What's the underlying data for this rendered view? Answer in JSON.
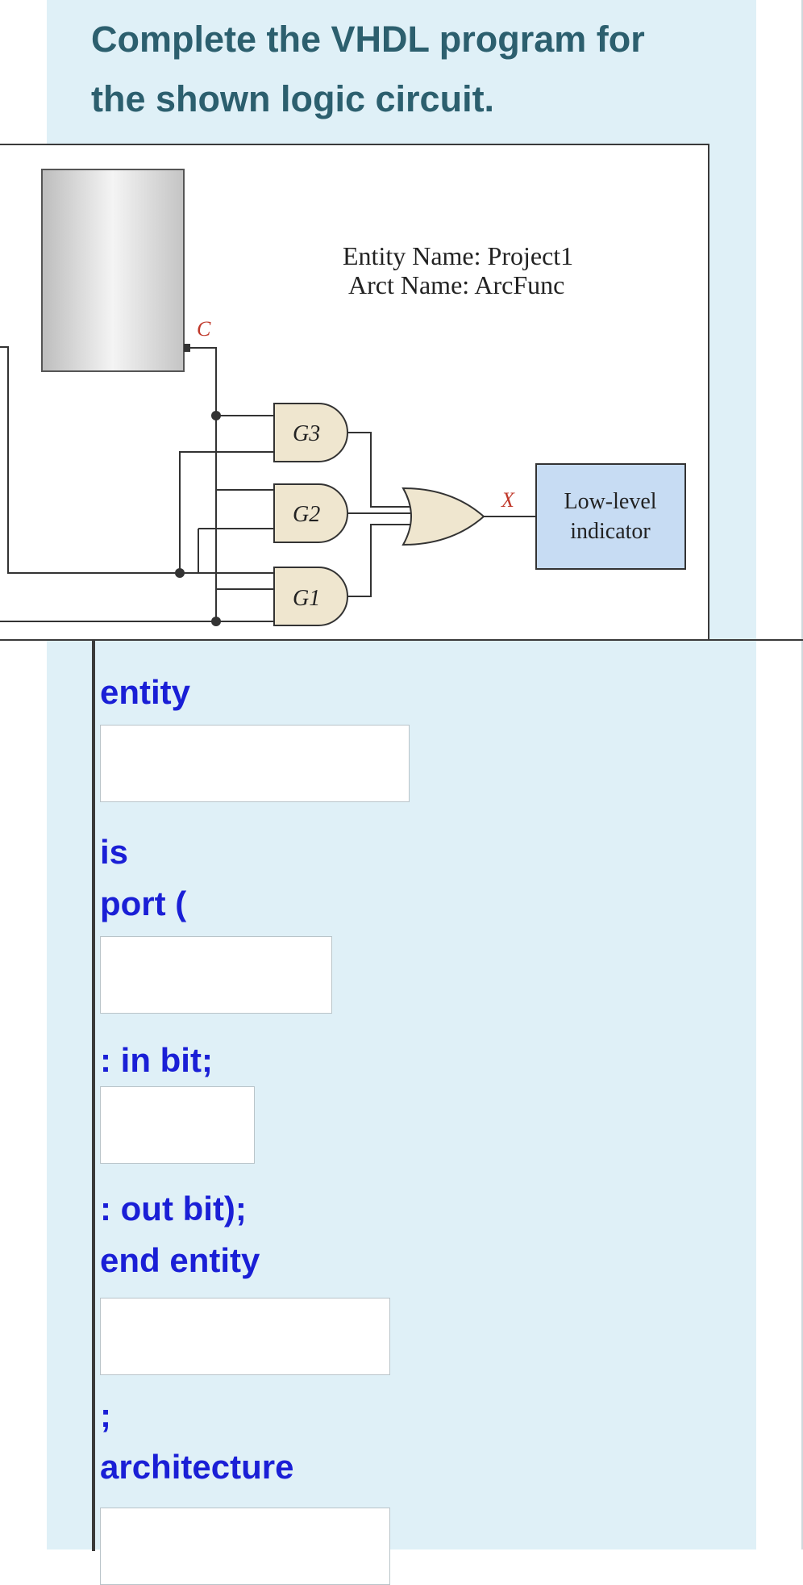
{
  "question": {
    "text": "Complete the VHDL program for the shown logic circuit."
  },
  "figure": {
    "entity_line": "Entity Name: Project1",
    "arch_line": "Arct Name: ArcFunc",
    "signal_c": "C",
    "gate_g3": "G3",
    "gate_g2": "G2",
    "gate_g1": "G1",
    "output_x": "X",
    "indicator_line1": "Low-level",
    "indicator_line2": "indicator"
  },
  "code": {
    "entity": "entity",
    "is": "is",
    "port": "port (",
    "in_bit": ": in bit;",
    "out_bit": ": out bit);",
    "end_entity": "end entity",
    "semicolon": ";",
    "architecture": "architecture"
  },
  "blanks": {
    "entity_name": "",
    "input_ports": "",
    "output_port": "",
    "end_entity_name": "",
    "architecture_name": ""
  }
}
